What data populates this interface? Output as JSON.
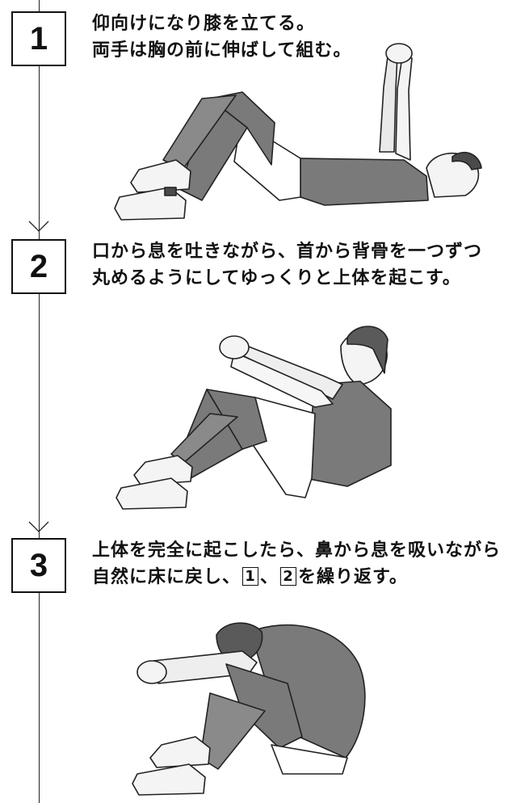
{
  "steps": [
    {
      "number": "1",
      "lines": [
        "仰向けになり膝を立てる。",
        "両手は胸の前に伸ばして組む。"
      ]
    },
    {
      "number": "2",
      "lines": [
        "口から息を吐きながら、首から背骨を一つずつ",
        "丸めるようにしてゆっくりと上体を起こす。"
      ]
    },
    {
      "number": "3",
      "line1": "上体を完全に起こしたら、鼻から息を吸いながら",
      "line2_start": "自然に床に戻し、",
      "ref1": "1",
      "sep": "、",
      "ref2": "2",
      "line2_end": "を繰り返す。"
    }
  ]
}
